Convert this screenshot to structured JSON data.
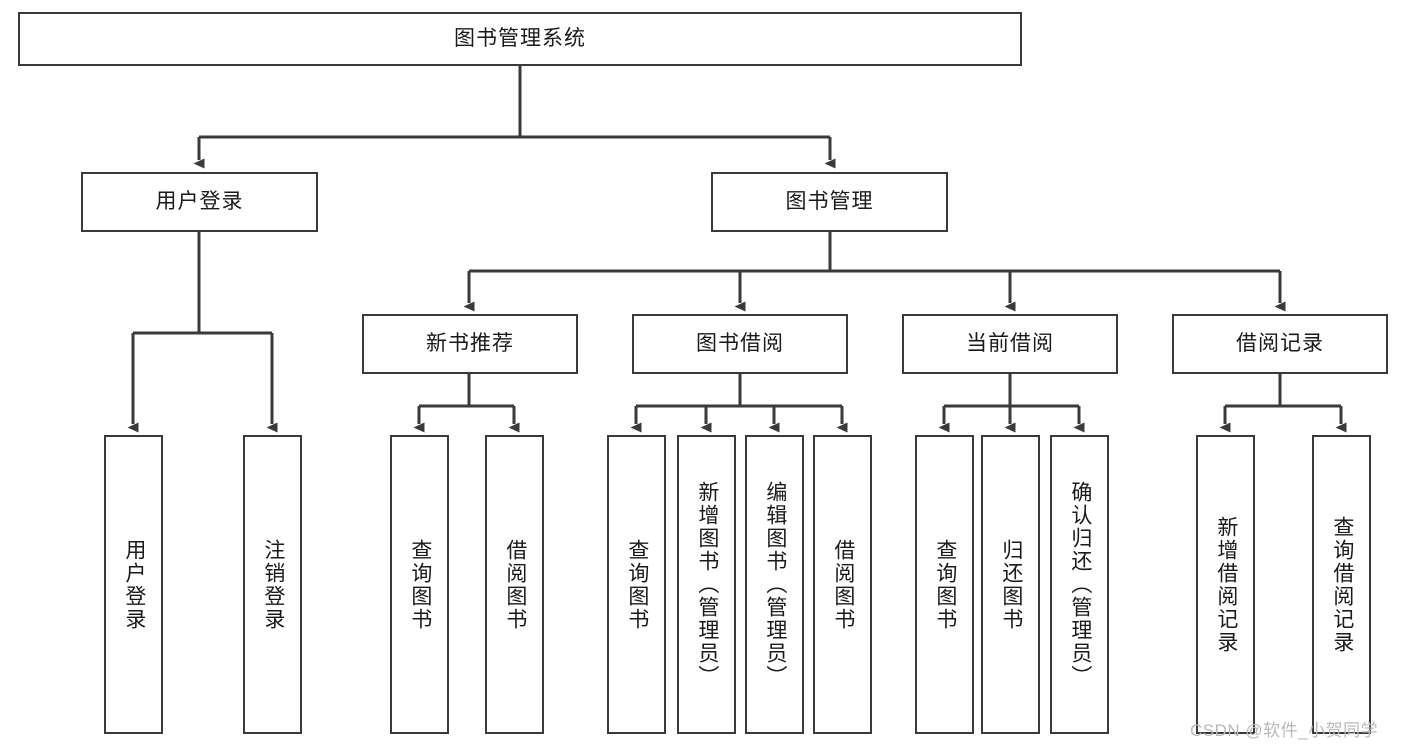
{
  "diagram": {
    "title": "图书管理系统",
    "type": "hierarchy-tree",
    "watermark": "CSDN @软件_小贺同学",
    "colors": {
      "box_border": "#3a3a3a",
      "box_fill": "#ffffff",
      "edge": "#3a3a3a",
      "text": "#1a1a1a",
      "watermark": "#b9b9b9"
    },
    "nodes": {
      "root": {
        "label": "图书管理系统"
      },
      "level2": [
        {
          "id": "user-login",
          "label": "用户登录"
        },
        {
          "id": "book-manage",
          "label": "图书管理"
        }
      ],
      "level3": [
        {
          "id": "new-book-recommend",
          "label": "新书推荐"
        },
        {
          "id": "book-borrow",
          "label": "图书借阅"
        },
        {
          "id": "current-borrow",
          "label": "当前借阅"
        },
        {
          "id": "borrow-record",
          "label": "借阅记录"
        }
      ],
      "leaves": {
        "user-login": [
          {
            "id": "leaf-user-login",
            "label": "用户登录"
          },
          {
            "id": "leaf-logout-login",
            "label": "注销登录"
          }
        ],
        "new-book-recommend": [
          {
            "id": "leaf-query-book-1",
            "label": "查询图书"
          },
          {
            "id": "leaf-borrow-book-1",
            "label": "借阅图书"
          }
        ],
        "book-borrow": [
          {
            "id": "leaf-query-book-2",
            "label": "查询图书"
          },
          {
            "id": "leaf-add-book",
            "label": "新增图书（管理员）"
          },
          {
            "id": "leaf-edit-book",
            "label": "编辑图书（管理员）"
          },
          {
            "id": "leaf-borrow-book-2",
            "label": "借阅图书"
          }
        ],
        "current-borrow": [
          {
            "id": "leaf-query-book-3",
            "label": "查询图书"
          },
          {
            "id": "leaf-return-book",
            "label": "归还图书"
          },
          {
            "id": "leaf-confirm-return",
            "label": "确认归还（管理员）"
          }
        ],
        "borrow-record": [
          {
            "id": "leaf-add-record",
            "label": "新增借阅记录"
          },
          {
            "id": "leaf-query-record",
            "label": "查询借阅记录"
          }
        ]
      }
    }
  }
}
